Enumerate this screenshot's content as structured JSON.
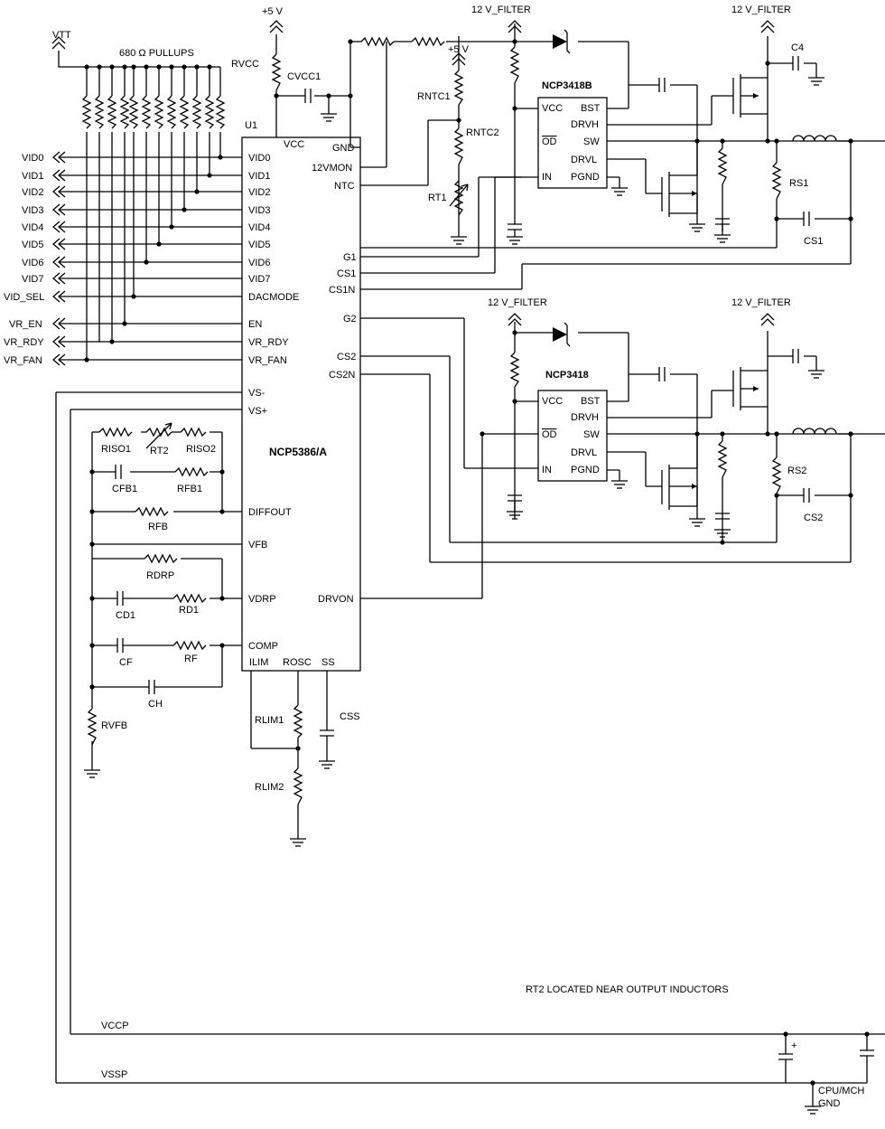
{
  "rails": {
    "vtt": "VTT",
    "pullups": "680 Ω PULLUPS",
    "plus5_top": "+5 V",
    "plus5_ntc": "+5 V",
    "filter_1": "12 V_FILTER",
    "filter_2": "12 V_FILTER",
    "filter_3": "12 V_FILTER",
    "filter_4": "12 V_FILTER"
  },
  "controller": {
    "ref": "U1",
    "part": "NCP5386/A",
    "left_pins": [
      "VCC",
      "VID0",
      "VID1",
      "VID2",
      "VID3",
      "VID4",
      "VID5",
      "VID6",
      "VID7",
      "DACMODE",
      "EN",
      "VR_RDY",
      "VR_FAN",
      "VS-",
      "VS+",
      "DIFFOUT",
      "VFB",
      "VDRP",
      "COMP"
    ],
    "right_pins": [
      "GND",
      "12VMON",
      "NTC",
      "G1",
      "CS1",
      "CS1N",
      "G2",
      "CS2",
      "CS2N",
      "DRVON"
    ],
    "bottom_pins": [
      "ILIM",
      "ROSC",
      "SS"
    ]
  },
  "signals": [
    "VID0",
    "VID1",
    "VID2",
    "VID3",
    "VID4",
    "VID5",
    "VID6",
    "VID7",
    "VID_SEL",
    "VR_EN",
    "VR_RDY",
    "VR_FAN"
  ],
  "drivers": [
    {
      "part": "NCP3418B",
      "pins": [
        "VCC",
        "BST",
        "DRVH",
        "OD",
        "SW",
        "DRVL",
        "IN",
        "PGND"
      ]
    },
    {
      "part": "NCP3418",
      "pins": [
        "VCC",
        "BST",
        "DRVH",
        "OD",
        "SW",
        "DRVL",
        "IN",
        "PGND"
      ]
    }
  ],
  "components": {
    "rvcc": "RVCC",
    "cvcc1": "CVCC1",
    "rntc1": "RNTC1",
    "rntc2": "RNTC2",
    "rt1": "RT1",
    "c4": "C4",
    "rs1": "RS1",
    "cs1": "CS1",
    "rs2": "RS2",
    "cs2": "CS2",
    "riso1": "RISO1",
    "rt2": "RT2",
    "riso2": "RISO2",
    "cfb1": "CFB1",
    "rfb1": "RFB1",
    "rfb": "RFB",
    "rdrp": "RDRP",
    "cd1": "CD1",
    "rd1": "RD1",
    "cf": "CF",
    "rf": "RF",
    "ch": "CH",
    "rvfb": "RVFB",
    "rlim1": "RLIM1",
    "rlim2": "RLIM2",
    "css": "CSS"
  },
  "notes": {
    "rt2": "RT2 LOCATED NEAR OUTPUT INDUCTORS",
    "vccp": "VCCP",
    "vssp": "VSSP",
    "gnd_1": "CPU/MCH",
    "gnd_2": "GND",
    "plus": "+"
  }
}
